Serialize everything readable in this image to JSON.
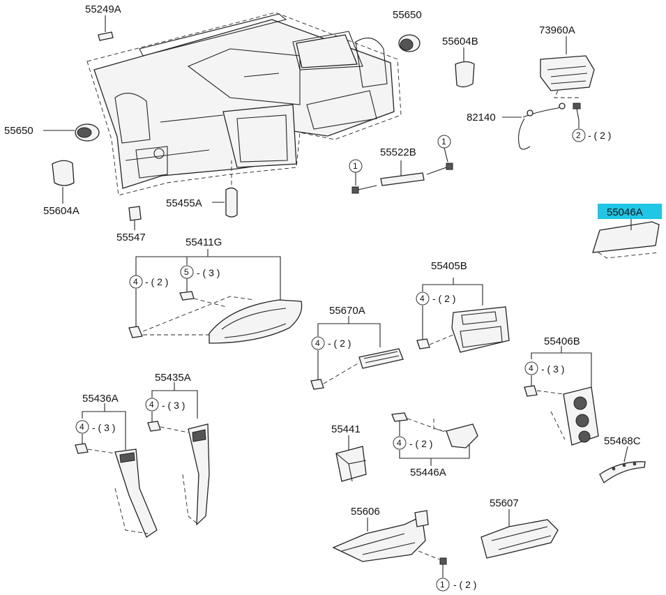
{
  "highlight_color": "#1fc6e6",
  "labels": {
    "p55249A": "55249A",
    "p55650_top": "55650",
    "p55604B": "55604B",
    "p73960A": "73960A",
    "p55650_left": "55650",
    "p82140": "82140",
    "p55604A": "55604A",
    "p55522B": "55522B",
    "p55455A": "55455A",
    "p55046A": "55046A",
    "p55547": "55547",
    "p55411G": "55411G",
    "p55405B": "55405B",
    "p55670A": "55670A",
    "p55406B": "55406B",
    "p55436A": "55436A",
    "p55435A": "55435A",
    "p55441": "55441",
    "p55468C": "55468C",
    "p55446A": "55446A",
    "p55606": "55606",
    "p55607": "55607"
  },
  "refs": {
    "r2_82140": {
      "num": "2",
      "qty": "- ( 2 )"
    },
    "r1_left": {
      "num": "1",
      "qty": ""
    },
    "r1_right": {
      "num": "1",
      "qty": ""
    },
    "r4_55411G": {
      "num": "4",
      "qty": "- ( 2 )"
    },
    "r5_55411G": {
      "num": "5",
      "qty": "- ( 3 )"
    },
    "r4_55405B": {
      "num": "4",
      "qty": "- ( 2 )"
    },
    "r4_55670A": {
      "num": "4",
      "qty": "- ( 2 )"
    },
    "r4_55406B": {
      "num": "4",
      "qty": "- ( 3 )"
    },
    "r4_55436A": {
      "num": "4",
      "qty": "- ( 3 )"
    },
    "r4_55435A": {
      "num": "4",
      "qty": "- ( 3 )"
    },
    "r4_55446A": {
      "num": "4",
      "qty": "- ( 2 )"
    },
    "r1_55606": {
      "num": "1",
      "qty": "- ( 2 )"
    }
  }
}
